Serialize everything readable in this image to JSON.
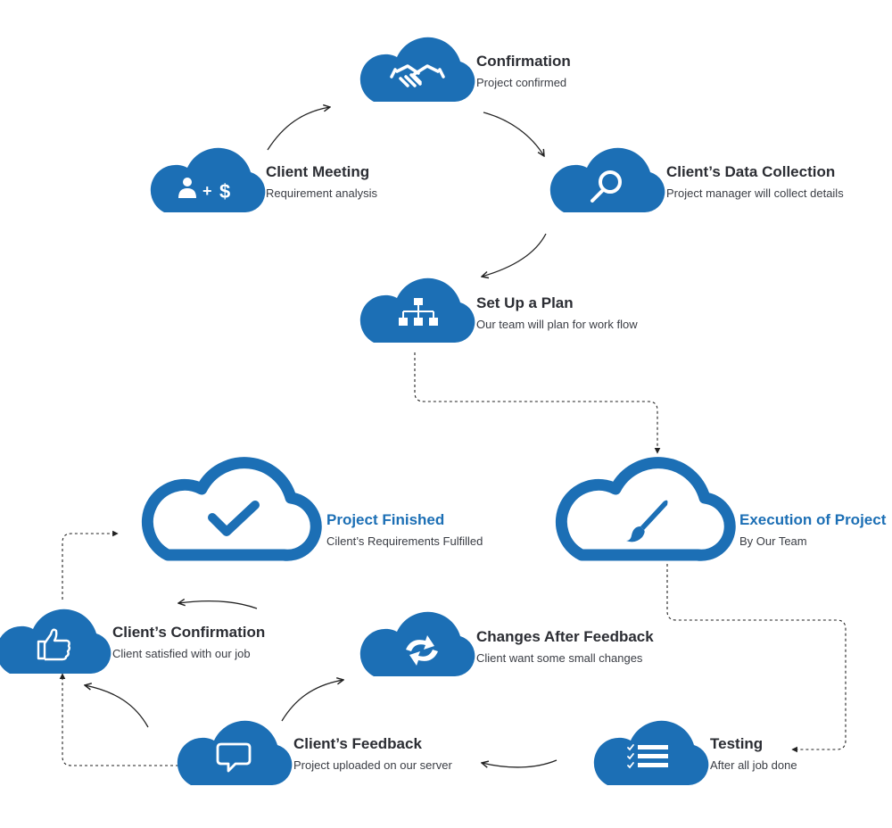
{
  "colors": {
    "cloud": "#1c6fb5",
    "text": "#2b2d33",
    "accent_text": "#1c6fb5",
    "arrow": "#222222"
  },
  "steps": [
    {
      "id": "client-meeting",
      "title": "Client Meeting",
      "subtitle": "Requirement analysis",
      "icon": "user-plus-dollar-icon"
    },
    {
      "id": "confirmation",
      "title": "Confirmation",
      "subtitle": "Project confirmed",
      "icon": "handshake-icon"
    },
    {
      "id": "data-collection",
      "title": "Client’s Data Collection",
      "subtitle": "Project manager will collect details",
      "icon": "magnifier-icon"
    },
    {
      "id": "setup-plan",
      "title": "Set Up a Plan",
      "subtitle": "Our team will plan for work flow",
      "icon": "sitemap-icon"
    },
    {
      "id": "execution",
      "title": "Execution of Project",
      "subtitle": "By Our Team",
      "icon": "paintbrush-icon"
    },
    {
      "id": "testing",
      "title": "Testing",
      "subtitle": "After all job done",
      "icon": "checklist-icon"
    },
    {
      "id": "feedback",
      "title": "Client’s Feedback",
      "subtitle": "Project uploaded on our server",
      "icon": "speech-bubble-icon"
    },
    {
      "id": "changes",
      "title": "Changes After Feedback",
      "subtitle": "Client want some small changes",
      "icon": "refresh-arrows-icon"
    },
    {
      "id": "client-confirmation",
      "title": "Client’s Confirmation",
      "subtitle": "Client satisfied with our job",
      "icon": "thumbs-up-icon"
    },
    {
      "id": "project-finished",
      "title": "Project Finished",
      "subtitle": "Cilent’s Requirements Fulfilled",
      "icon": "checkmark-icon"
    }
  ]
}
